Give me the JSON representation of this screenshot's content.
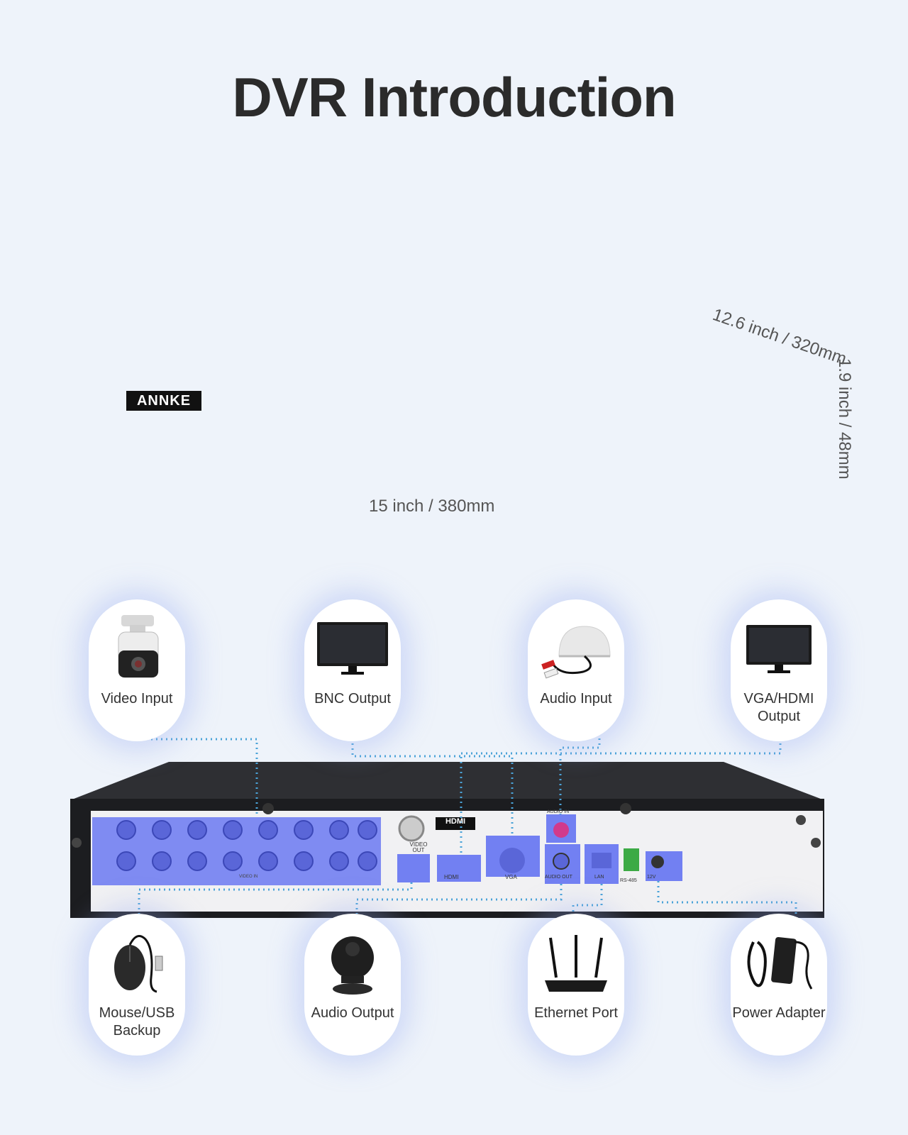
{
  "title": "DVR Introduction",
  "brand": "ANNKE",
  "dimensions": {
    "width": "15 inch / 380mm",
    "depth": "12.6 inch / 320mm",
    "height": "1.9 inch / 48mm"
  },
  "rear_panel_labels": {
    "video_in": "VIDEO IN",
    "video_out": "VIDEO OUT",
    "hdmi_badge": "HDMI",
    "hdmi": "HDMI",
    "vga": "VGA",
    "audio_in": "AUDIO IN",
    "audio_out": "AUDIO OUT",
    "lan": "LAN",
    "rs485": "RS-485",
    "power": "12V"
  },
  "connections": {
    "top": [
      {
        "label": "Video Input",
        "icon": "bullet-camera-icon"
      },
      {
        "label": "BNC Output",
        "icon": "monitor-icon"
      },
      {
        "label": "Audio Input",
        "icon": "microphone-icon"
      },
      {
        "label": "VGA/HDMI Output",
        "icon": "monitor-icon"
      }
    ],
    "bottom": [
      {
        "label": "Mouse/USB Backup",
        "icon": "mouse-icon"
      },
      {
        "label": "Audio Output",
        "icon": "speaker-icon"
      },
      {
        "label": "Ethernet Port",
        "icon": "router-icon"
      },
      {
        "label": "Power Adapter",
        "icon": "power-adapter-icon"
      }
    ]
  },
  "colors": {
    "background": "#eef3fa",
    "highlight": "#6f7cf0",
    "dotted_line": "#4aa3d8",
    "device": "#2a2b2e"
  }
}
